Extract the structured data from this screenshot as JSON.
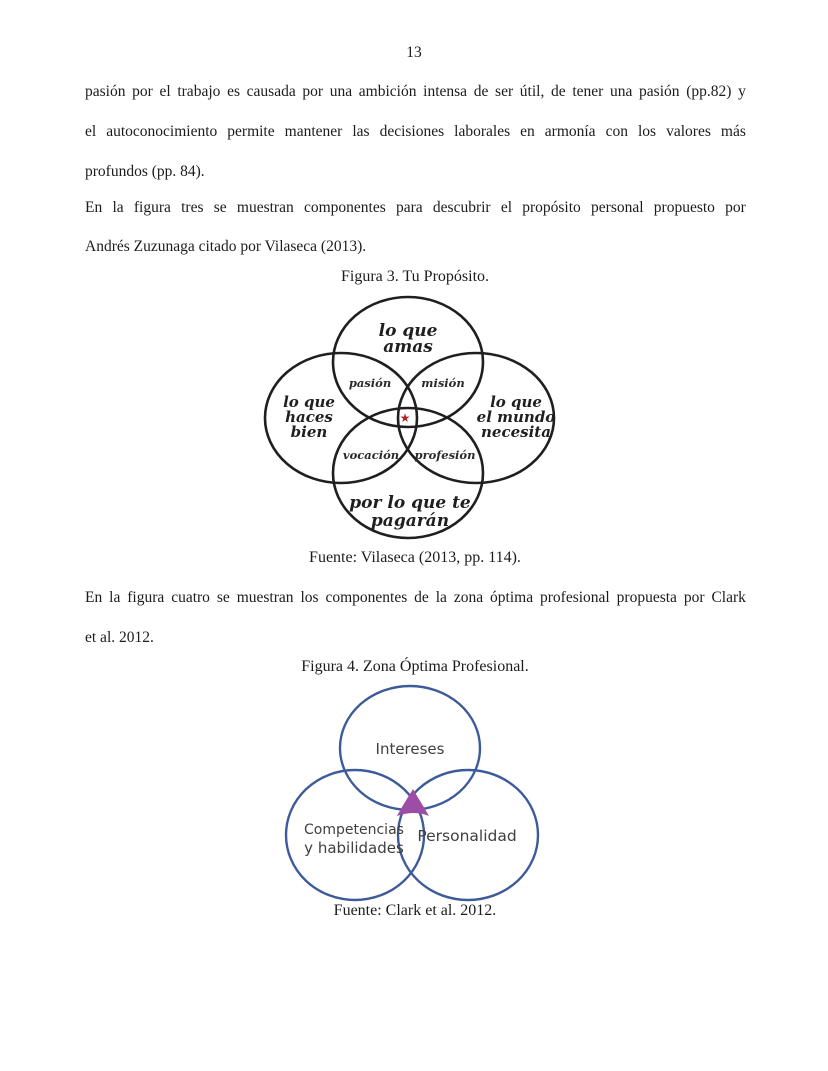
{
  "page": {
    "number": "13"
  },
  "paragraphs": {
    "p1": {
      "lines": [
        "pasión por el trabajo es causada por una ambición intensa de ser útil, de tener una pasión (pp.82) y",
        "el autoconocimiento permite mantener las decisiones laborales en armonía con los valores más",
        "profundos (pp. 84)."
      ]
    },
    "p2": {
      "lines": [
        "En la figura tres se muestran componentes para descubrir el propósito personal propuesto por",
        "Andrés Zuzunaga citado por Vilaseca (2013)."
      ]
    },
    "p3": {
      "lines": [
        "En la figura cuatro se muestran los componentes de la zona óptima profesional propuesta por Clark",
        "et al. 2012."
      ]
    }
  },
  "figure3": {
    "title": "Figura 3. Tu Propósito.",
    "caption": "Fuente: Vilaseca (2013, pp. 114).",
    "labels": {
      "top1": "lo que",
      "top2": "amas",
      "left1": "lo que",
      "left2": "haces",
      "left3": "bien",
      "right1": "lo que",
      "right2": "el mundo",
      "right3": "necesita",
      "bottom1": "por lo que te",
      "bottom2": "pagarán",
      "pasion": "pasión",
      "mision": "misión",
      "vocacion": "vocación",
      "profesion": "profesión",
      "star": "★"
    },
    "colors": {
      "stroke": "#1f1f1f",
      "star": "#b22222"
    }
  },
  "figure4": {
    "title": "Figura 4. Zona Óptima Profesional.",
    "caption": "Fuente: Clark et al. 2012.",
    "labels": {
      "top": "Intereses",
      "left1": "Competencias",
      "left2": "y habilidades",
      "right": "Personalidad"
    },
    "colors": {
      "stroke": "#3d5b99",
      "triangle": "#9c4ea5"
    }
  }
}
